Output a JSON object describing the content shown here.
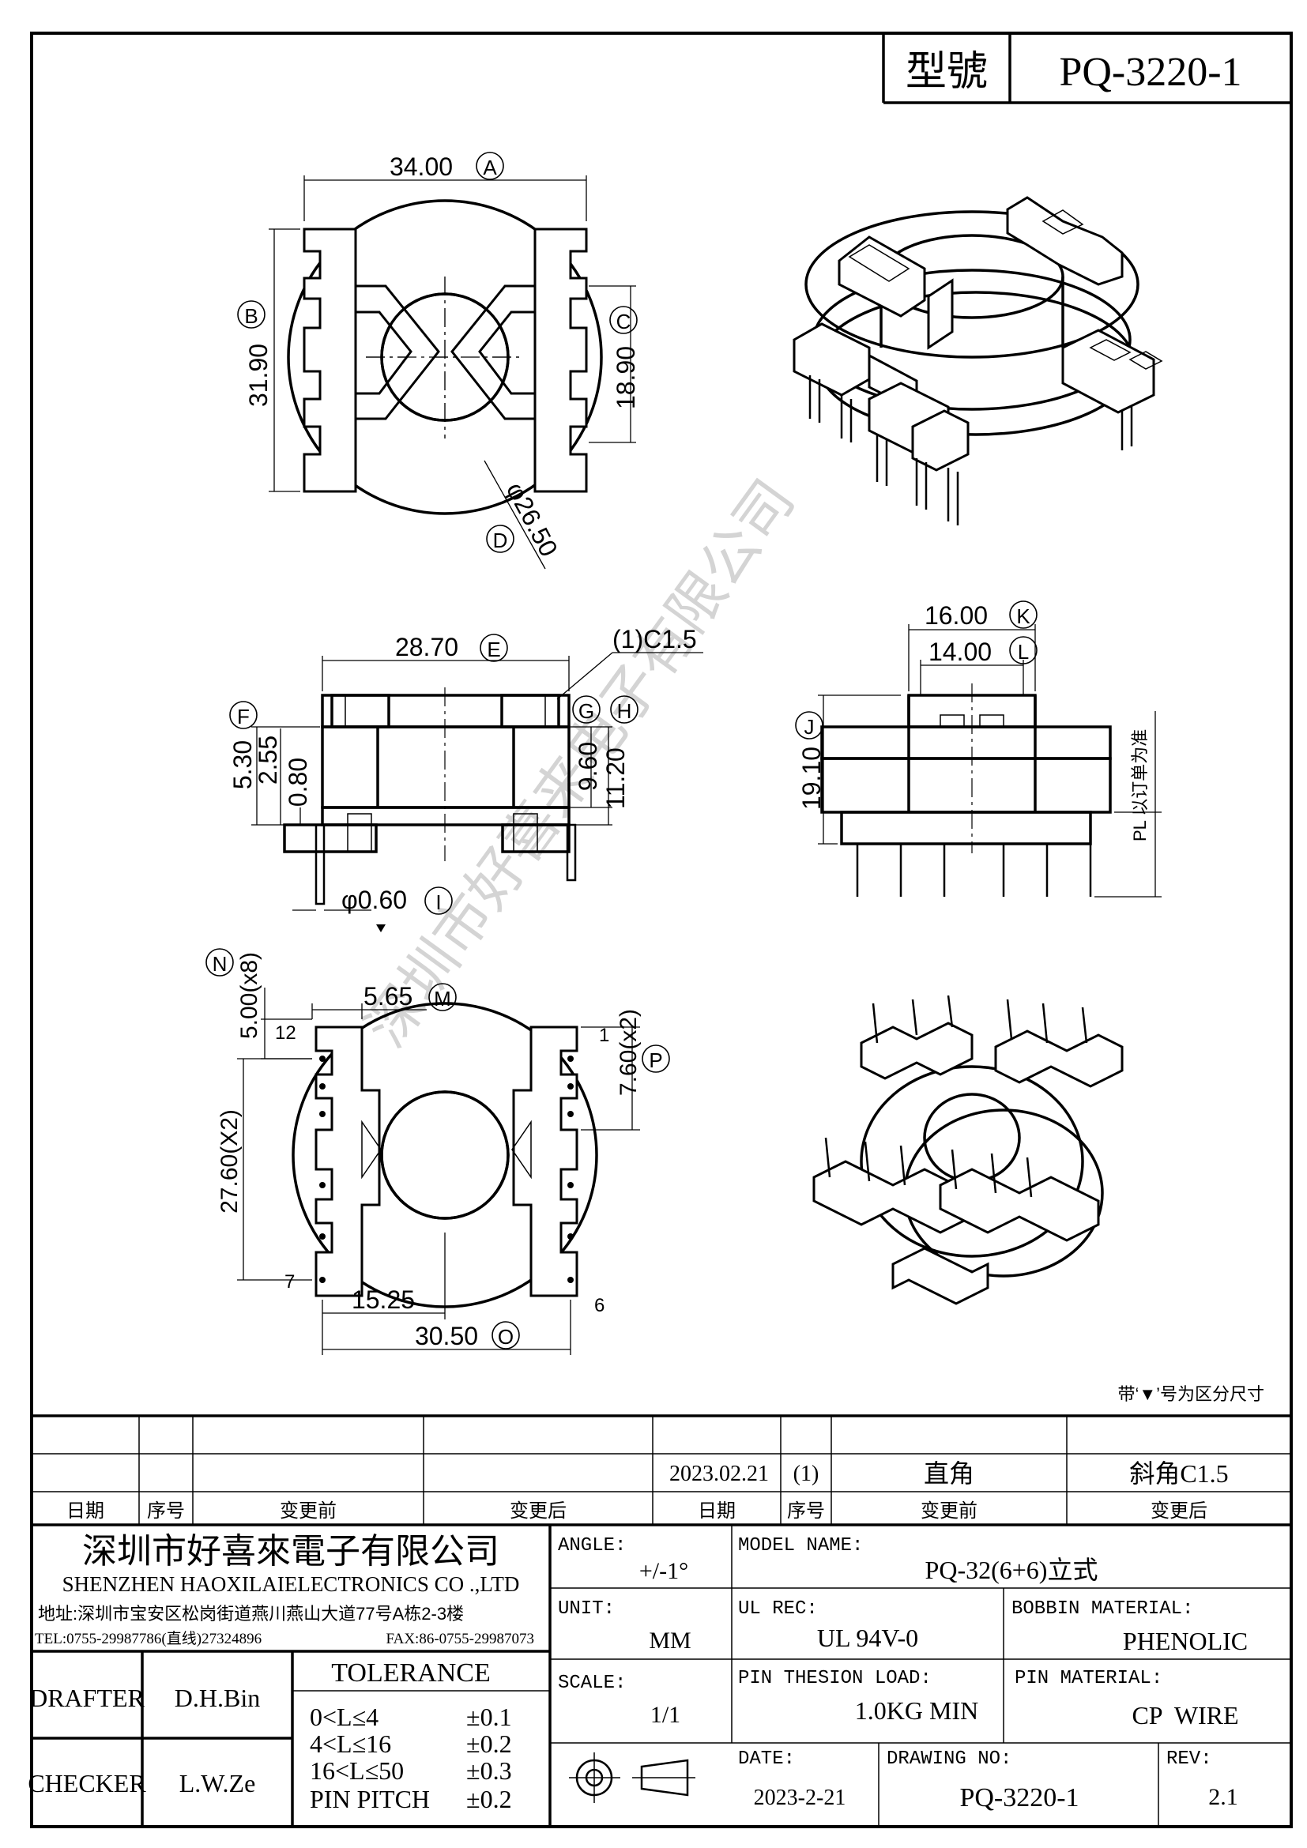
{
  "header": {
    "model_label": "型號",
    "model_value": "PQ-3220-1"
  },
  "top_view": {
    "dim_width": "34.00",
    "dim_width_tag": "A",
    "dim_height": "31.90",
    "dim_height_tag": "B",
    "dim_window": "18.90",
    "dim_window_tag": "C",
    "dim_dia": "φ26.50",
    "dim_dia_tag": "D"
  },
  "side_view": {
    "dim_length": "28.70",
    "dim_length_tag": "E",
    "chamfer": "(1)C1.5",
    "dim_total_h": "5.30",
    "dim_total_h_tag": "F",
    "dim_flange": "2.55",
    "dim_base": "0.80",
    "tag_g": "G",
    "tag_h": "H",
    "dim_9_60": "9.60",
    "dim_11_20": "11.20",
    "dim_pin": "φ0.60",
    "dim_pin_tag": "I"
  },
  "end_view": {
    "dim_k": "16.00",
    "dim_k_tag": "K",
    "dim_l": "14.00",
    "dim_l_tag": "L",
    "dim_j": "19.10",
    "dim_j_tag": "J",
    "pl_note": "PL 以订单为准"
  },
  "bottom_view": {
    "dim_n": "5.00(x8)",
    "dim_n_tag": "N",
    "dim_m": "5.65",
    "dim_m_tag": "M",
    "dim_p": "7.60(x2)",
    "dim_p_tag": "P",
    "dim_27": "27.60(X2)",
    "dim_1525": "15.25",
    "dim_o": "30.50",
    "dim_o_tag": "O",
    "pin_12": "12",
    "pin_1": "1",
    "pin_7": "7",
    "pin_6": "6"
  },
  "note": "带‘▼’号为区分尺寸",
  "watermark": "深圳市好喜来电子有限公司",
  "revision": {
    "row": {
      "date": "2023.02.21",
      "seq": "(1)",
      "before": "直角",
      "after": "斜角C1.5"
    },
    "headers": [
      "日期",
      "序号",
      "变更前",
      "变更后",
      "日期",
      "序号",
      "变更前",
      "变更后"
    ]
  },
  "company": {
    "name_cn": "深圳市好喜來電子有限公司",
    "name_en": "SHENZHEN HAOXILAIELECTRONICS CO .,LTD",
    "address": "地址:深圳市宝安区松岗街道燕川燕山大道77号A栋2-3楼",
    "tel": "TEL:0755-29987786(直线)27324896",
    "fax": "FAX:86-0755-29987073"
  },
  "title_block": {
    "angle_label": "ANGLE:",
    "angle_value": "+/-1°",
    "model_name_label": "MODEL NAME:",
    "model_name_value": "PQ-32(6+6)立式",
    "unit_label": "UNIT:",
    "unit_value": "MM",
    "ul_label": "UL REC:",
    "ul_value": "UL 94V-0",
    "bobbin_label": "BOBBIN MATERIAL:",
    "bobbin_value": "PHENOLIC",
    "scale_label": "SCALE:",
    "scale_value": "1/1",
    "pin_load_label": "PIN THESION LOAD:",
    "pin_load_value": "1.0KG MIN",
    "pin_mat_label": "PIN MATERIAL:",
    "pin_mat_value": "CP  WIRE",
    "date_label": "DATE:",
    "date_value": "2023-2-21",
    "drawing_no_label": "DRAWING NO:",
    "drawing_no_value": "PQ-3220-1",
    "rev_label": "REV:",
    "rev_value": "2.1",
    "drafter_label": "DRAFTER",
    "drafter_value": "D.H.Bin",
    "checker_label": "CHECKER",
    "checker_value": "L.W.Ze",
    "tolerance_title": "TOLERANCE",
    "tolerance": [
      {
        "range": "0<L≤4",
        "value": "±0.1"
      },
      {
        "range": "4<L≤16",
        "value": "±0.2"
      },
      {
        "range": "16<L≤50",
        "value": "±0.3"
      },
      {
        "range": "PIN PITCH",
        "value": "±0.2"
      }
    ]
  }
}
